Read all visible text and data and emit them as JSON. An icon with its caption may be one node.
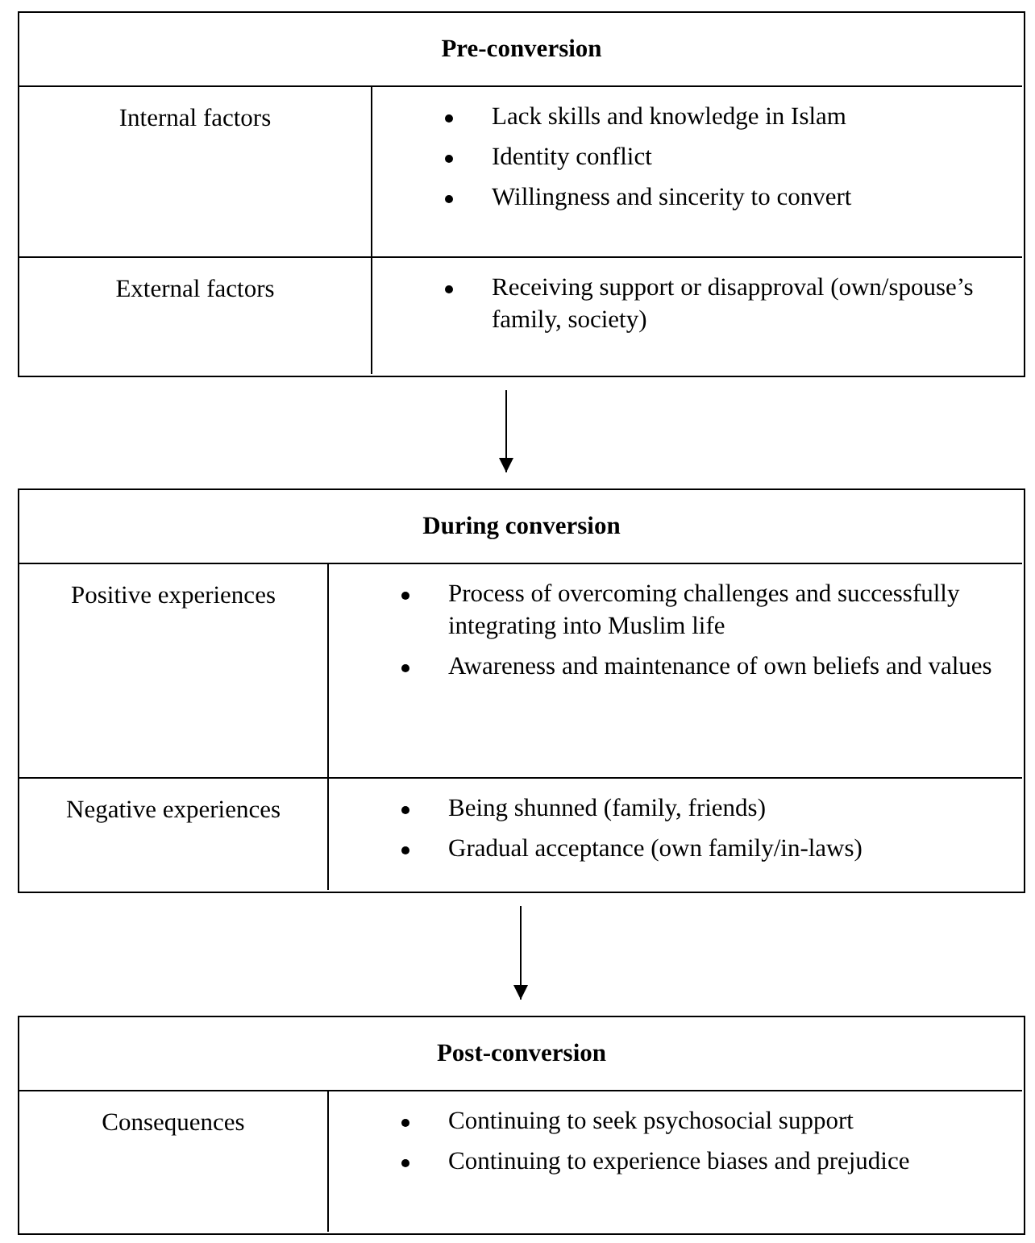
{
  "diagram": {
    "nodes": [
      {
        "text": [
          "Pre-conversion"
        ]
      },
      {
        "text": [
          "Internal factors"
        ],
        "in": 0
      },
      {
        "text": [
          "Lack skills and knowledge in Islam",
          "Identity conflict",
          "Willingness and sincerity to convert"
        ],
        "in": 0
      },
      {
        "text": [
          "External factors"
        ],
        "in": 0
      },
      {
        "text": [
          "Receiving support or disapproval (own/spouse’s family, society)"
        ],
        "in": 0
      },
      {
        "text": [
          "During conversion"
        ]
      },
      {
        "text": [
          "Positive experiences"
        ],
        "in": 5
      },
      {
        "text": [
          "Process of overcoming challenges and successfully integrating into Muslim life",
          "Awareness and maintenance of own beliefs and values"
        ],
        "in": 5
      },
      {
        "text": [
          "Negative experiences"
        ],
        "in": 5
      },
      {
        "text": [
          "Being shunned (family, friends)",
          "Gradual acceptance (own family/in-laws)"
        ],
        "in": 5
      },
      {
        "text": [
          "Post-conversion"
        ]
      },
      {
        "text": [
          "Consequences"
        ],
        "in": 10
      },
      {
        "text": [
          "Continuing to seek psychosocial support",
          "Continuing to experience biases and prejudice"
        ],
        "in": 10
      }
    ],
    "edges": [
      {
        "from": 0,
        "to": 5,
        "arrow": "to"
      },
      {
        "from": 5,
        "to": 10,
        "arrow": "to"
      }
    ]
  }
}
